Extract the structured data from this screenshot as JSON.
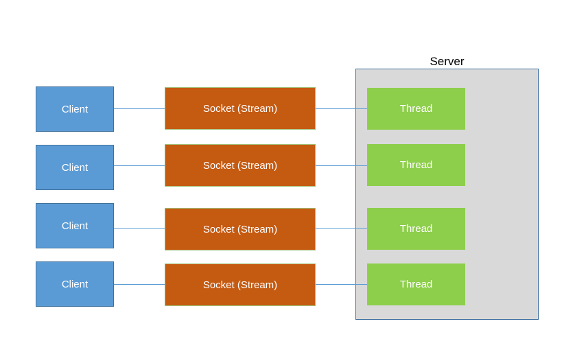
{
  "diagram": {
    "title_visible": false,
    "colors": {
      "client_fill": "#5b9bd5",
      "client_border": "#41719c",
      "socket_fill": "#c55a11",
      "socket_border": "#a3c07a",
      "thread_fill": "#8dce4b",
      "server_fill": "#d9d9d9",
      "server_border": "#3c6e9f",
      "connector": "#5b9bd5",
      "background": "#ffffff",
      "label_text": "#000000",
      "node_text": "#ffffff"
    },
    "server": {
      "label": "Server"
    },
    "rows": [
      {
        "client": "Client",
        "socket": "Socket (Stream)",
        "thread": "Thread"
      },
      {
        "client": "Client",
        "socket": "Socket (Stream)",
        "thread": "Thread"
      },
      {
        "client": "Client",
        "socket": "Socket (Stream)",
        "thread": "Thread"
      },
      {
        "client": "Client",
        "socket": "Socket (Stream)",
        "thread": "Thread"
      }
    ]
  }
}
